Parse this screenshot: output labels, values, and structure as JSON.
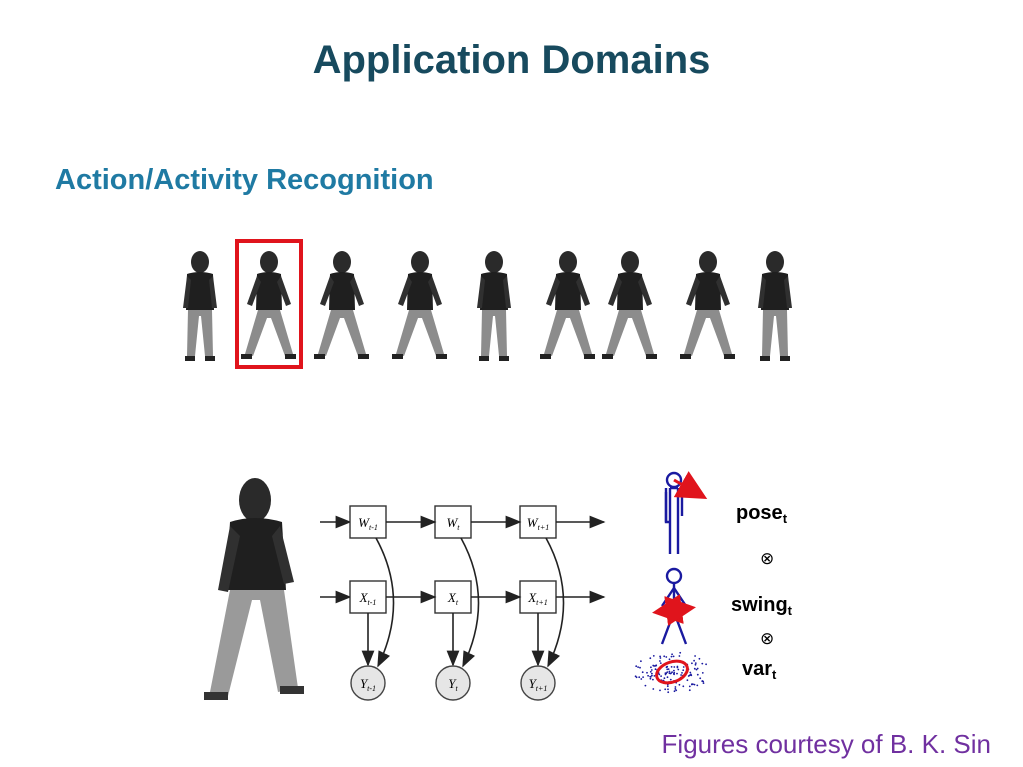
{
  "slide": {
    "title": "Application Domains",
    "subtitle": "Action/Activity Recognition",
    "credit": "Figures courtesy of B. K. Sin"
  },
  "walk_strip": {
    "frame_count": 9,
    "highlighted_frame": 2,
    "highlight_color": "#e0141c"
  },
  "graphical_model": {
    "top_row": [
      "W_{t-1}",
      "W_t",
      "W_{t+1}"
    ],
    "mid_row": [
      "X_{t-1}",
      "X_t",
      "X_{t+1}"
    ],
    "bottom_row": [
      "Y_{t-1}",
      "Y_t",
      "Y_{t+1}"
    ]
  },
  "decomposition": {
    "pose": {
      "base": "pose",
      "sub": "t"
    },
    "swing": {
      "base": "swing",
      "sub": "t"
    },
    "var": {
      "base": "var",
      "sub": "t"
    },
    "operator": "⊗",
    "figure_color": "#1a1aa0",
    "arrow_color": "#e0141c"
  },
  "colors": {
    "title": "#174a5e",
    "subtitle": "#1f7aa3",
    "credit": "#7030a0"
  }
}
